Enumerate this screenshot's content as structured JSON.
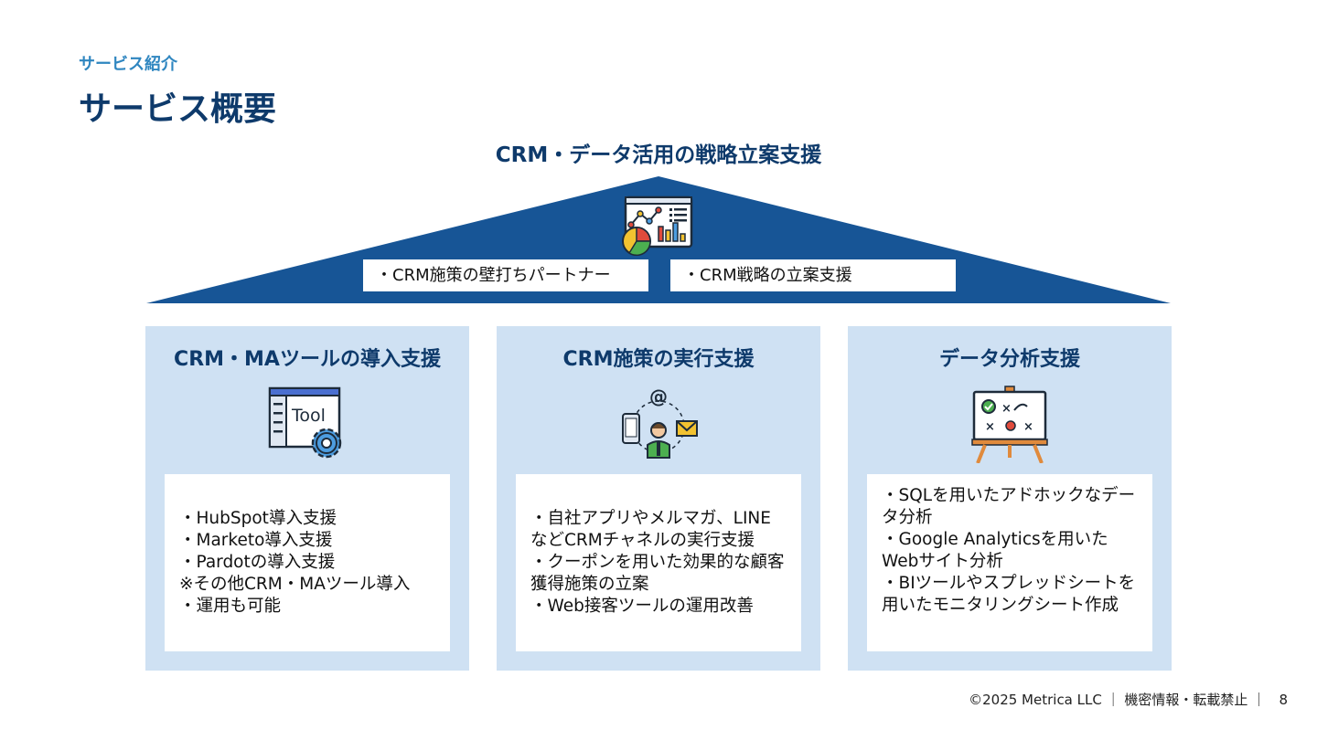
{
  "header": {
    "section_label": "サービス紹介",
    "title": "サービス概要"
  },
  "roof": {
    "title": "CRM・データ活用の戦略立案支援",
    "icon": "analytics-dashboard-icon",
    "items": [
      "・CRM施策の壁打ちパートナー",
      "・CRM戦略の立案支援"
    ]
  },
  "pillars": [
    {
      "title": "CRM・MAツールの導入支援",
      "icon": "tool-window-gear-icon",
      "lines": [
        "・HubSpot導入支援",
        "・Marketo導入支援",
        "・Pardotの導入支援",
        "※その他CRM・MAツール導入",
        "・運用も可能"
      ]
    },
    {
      "title": "CRM施策の実行支援",
      "icon": "customer-channels-icon",
      "lines": [
        "・自社アプリやメルマガ、LINEなどCRMチャネルの実行支援",
        "・クーポンを用いた効果的な顧客獲得施策の立案",
        "・Web接客ツールの運用改善"
      ]
    },
    {
      "title": "データ分析支援",
      "icon": "strategy-whiteboard-icon",
      "lines": [
        "・SQLを用いたアドホックなデータ分析",
        "・Google Analyticsを用いたWebサイト分析",
        "・BIツールやスプレッドシートを用いたモニタリングシート作成"
      ]
    }
  ],
  "footer": {
    "copyright": "©2025 Metrica LLC ｜ 機密情報・転載禁止 ｜",
    "page_number": "8"
  },
  "colors": {
    "navy": "#0e3a6b",
    "roof_blue": "#175596",
    "accent_blue": "#2f86c0",
    "pillar_bg": "#cfe1f3"
  }
}
